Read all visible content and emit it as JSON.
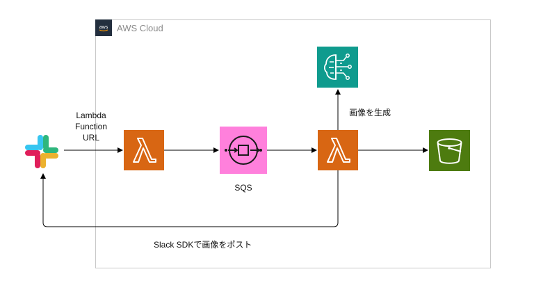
{
  "aws_group": {
    "label": "AWS Cloud",
    "badge": "aws"
  },
  "edges": {
    "slack_to_lambda": "Lambda\nFunction\nURL",
    "lambda_to_bedrock": "画像を生成",
    "lambda_to_slack": "Slack SDKで画像をポスト"
  },
  "nodes": {
    "sqs_label": "SQS"
  },
  "icons": {
    "slack": "slack-logo-icon",
    "lambda": "aws-lambda-icon",
    "sqs": "aws-sqs-icon",
    "bedrock": "aws-bedrock-icon",
    "s3": "aws-s3-bucket-icon"
  },
  "colors": {
    "lambda": "#d86613",
    "sqs": "#ff80dc",
    "bedrock": "#0f9b8e",
    "s3": "#4d7b0f",
    "frame": "#c8c8c8"
  }
}
